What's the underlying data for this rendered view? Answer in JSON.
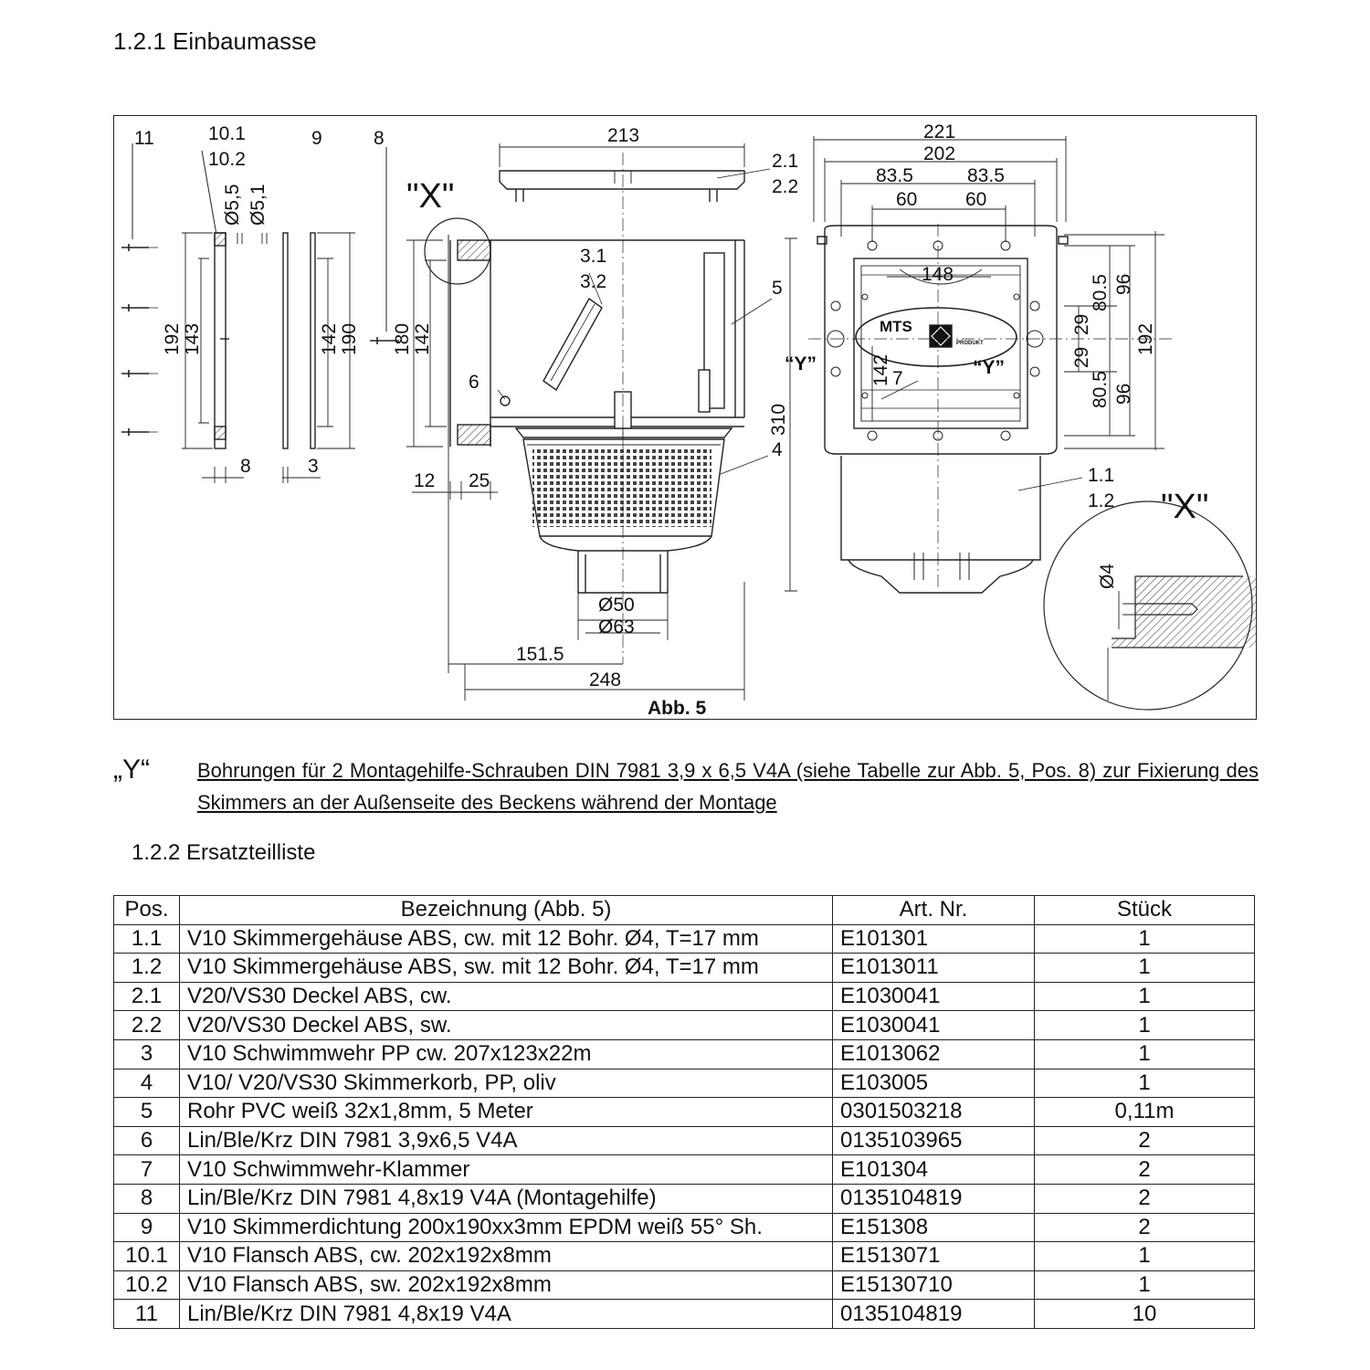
{
  "section": {
    "title": "1.2.1 Einbaumasse"
  },
  "figure": {
    "caption": "Abb. 5",
    "labels": {
      "p11": "11",
      "p10_1": "10.1",
      "p10_2": "10.2",
      "p9": "9",
      "p8": "8",
      "x_marker": "\"X\"",
      "x_detail": "\"X\"",
      "y_left": "“Y”",
      "y_right": "“Y”",
      "p2_1": "2.1",
      "p2_2": "2.2",
      "p3_1": "3.1",
      "p3_2": "3.2",
      "p5": "5",
      "p6": "6",
      "p4": "4",
      "p7": "7",
      "p1_1": "1.1",
      "p1_2": "1.2"
    },
    "dims": {
      "d5_5": "Ø5,5",
      "d5_1": "Ø5,1",
      "d192": "192",
      "d143": "143",
      "d142": "142",
      "d190": "190",
      "d8": "8",
      "d3": "3",
      "d180": "180",
      "d142b": "142",
      "d213": "213",
      "d310": "310",
      "d12": "12",
      "d25": "25",
      "d50": "Ø50",
      "d63": "Ø63",
      "d151_5": "151.5",
      "d248": "248",
      "d221": "221",
      "d202": "202",
      "d83_5a": "83.5",
      "d83_5b": "83.5",
      "d60a": "60",
      "d60b": "60",
      "d148": "148",
      "d80_5a": "80.5",
      "d96a": "96",
      "d29a": "29",
      "d29b": "29",
      "d80_5b": "80.5",
      "d96b": "96",
      "d192b": "192",
      "d142c": "142",
      "d4": "Ø4"
    },
    "logo": "MTS",
    "logo_sub": "PRODUKT"
  },
  "note": {
    "tag": "„Y“",
    "text": "Bohrungen für 2 Montagehilfe-Schrauben DIN 7981 3,9 x 6,5 V4A (siehe Tabelle zur Abb. 5, Pos. 8) zur Fixierung des Skimmers an der Außenseite des Beckens während der Montage"
  },
  "parts_section": {
    "title": "1.2.2  Ersatzteilliste"
  },
  "parts_table": {
    "headers": {
      "pos": "Pos.",
      "bez": "Bezeichnung (Abb. 5)",
      "art": "Art. Nr.",
      "stk": "Stück"
    },
    "rows": [
      {
        "pos": "1.1",
        "bez": "V10 Skimmergehäuse ABS, cw. mit 12 Bohr. Ø4,  T=17 mm",
        "art": "E101301",
        "stk": "1"
      },
      {
        "pos": "1.2",
        "bez": "V10 Skimmergehäuse ABS, sw. mit 12 Bohr.  Ø4,  T=17 mm",
        "art": "E1013011",
        "stk": "1"
      },
      {
        "pos": "2.1",
        "bez": "V20/VS30 Deckel  ABS, cw.",
        "art": "E1030041",
        "stk": "1"
      },
      {
        "pos": "2.2",
        "bez": "V20/VS30 Deckel  ABS, sw.",
        "art": "E1030041",
        "stk": "1"
      },
      {
        "pos": "3",
        "bez": "V10 Schwimmwehr PP cw. 207x123x22m",
        "art": "E1013062",
        "stk": "1"
      },
      {
        "pos": "4",
        "bez": "V10/ V20/VS30 Skimmerkorb, PP, oliv",
        "art": "E103005",
        "stk": "1"
      },
      {
        "pos": "5",
        "bez": "Rohr PVC weiß 32x1,8mm, 5 Meter",
        "art": "0301503218",
        "stk": "0,11m"
      },
      {
        "pos": "6",
        "bez": "Lin/Ble/Krz DIN 7981 3,9x6,5 V4A",
        "art": "0135103965",
        "stk": "2"
      },
      {
        "pos": "7",
        "bez": "V10 Schwimmwehr-Klammer",
        "art": "E101304",
        "stk": "2"
      },
      {
        "pos": "8",
        "bez": "Lin/Ble/Krz DIN 7981 4,8x19 V4A  (Montagehilfe)",
        "art": "0135104819",
        "stk": "2"
      },
      {
        "pos": "9",
        "bez": "V10 Skimmerdichtung 200x190xx3mm EPDM weiß 55° Sh.",
        "art": "E151308",
        "stk": "2"
      },
      {
        "pos": "10.1",
        "bez": "V10 Flansch ABS, cw. 202x192x8mm",
        "art": "E1513071",
        "stk": "1"
      },
      {
        "pos": "10.2",
        "bez": "V10 Flansch ABS, sw. 202x192x8mm",
        "art": "E15130710",
        "stk": "1"
      },
      {
        "pos": "11",
        "bez": "Lin/Ble/Krz DIN 7981 4,8x19 V4A",
        "art": "0135104819",
        "stk": "10"
      }
    ]
  }
}
